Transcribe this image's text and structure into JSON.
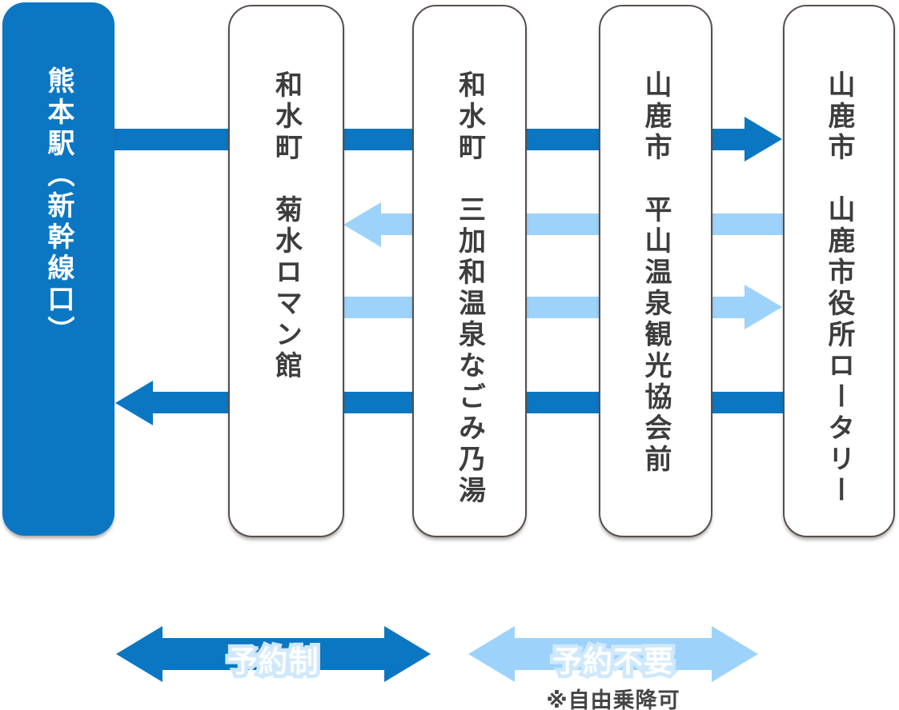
{
  "colors": {
    "dark_blue": "#0b77c3",
    "light_blue": "#9dd3fa",
    "legend_text_halo": "#cfe8fc",
    "pill_border": "#574f4b",
    "stop_text": "#3d3d3d",
    "note_text": "#454545"
  },
  "stops": [
    {
      "label": "熊本駅（新幹線口）",
      "style": "primary"
    },
    {
      "label": "和水町　菊水ロマン館",
      "style": "default"
    },
    {
      "label": "和水町　三加和温泉なごみ乃湯",
      "style": "default"
    },
    {
      "label": "山鹿市　平山温泉観光協会前",
      "style": "default"
    },
    {
      "label": "山鹿市　山鹿市役所ロータリー",
      "style": "default"
    }
  ],
  "routes": [
    {
      "from": "熊本駅（新幹線口）",
      "to": "山鹿市　山鹿市役所ロータリー",
      "direction": "right",
      "type": "予約制",
      "color": "dark_blue"
    },
    {
      "from": "山鹿市　山鹿市役所ロータリー",
      "to": "和水町　菊水ロマン館",
      "direction": "left",
      "type": "予約不要",
      "color": "light_blue"
    },
    {
      "from": "和水町　菊水ロマン館",
      "to": "山鹿市　山鹿市役所ロータリー",
      "direction": "right",
      "type": "予約不要",
      "color": "light_blue"
    },
    {
      "from": "山鹿市　山鹿市役所ロータリー",
      "to": "熊本駅（新幹線口）",
      "direction": "left",
      "type": "予約制",
      "color": "dark_blue"
    }
  ],
  "legend": {
    "reserved": {
      "label": "予約制"
    },
    "free": {
      "label": "予約不要",
      "note": "※自由乗降可"
    }
  }
}
